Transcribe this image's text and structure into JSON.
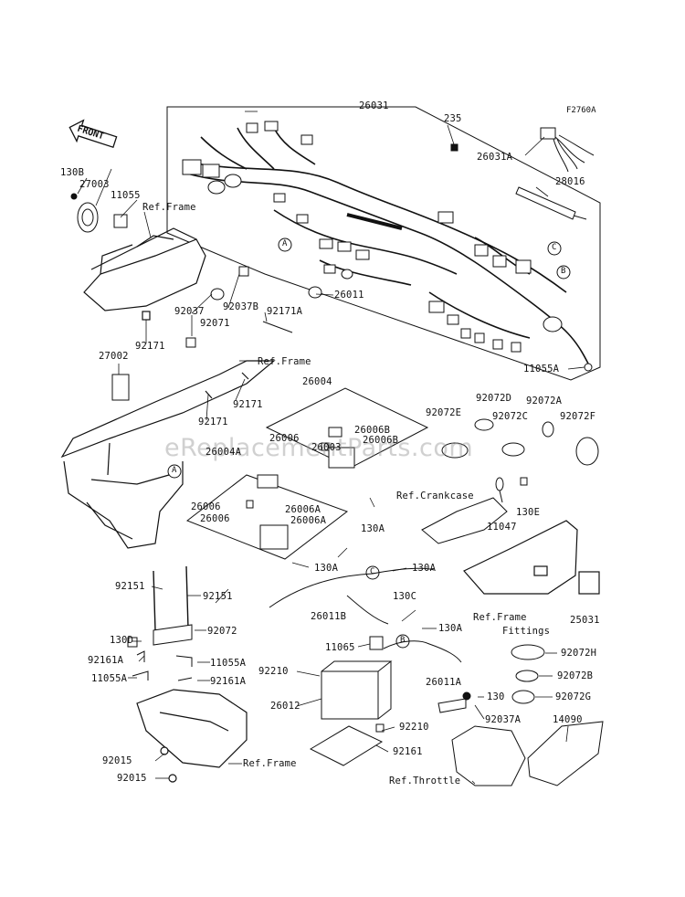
{
  "diagram": {
    "code": "F2760A",
    "front_label": "FRONT",
    "watermark": "eReplacementParts.com",
    "callouts": [
      "A",
      "B",
      "C"
    ],
    "labels": {
      "p26031": "26031",
      "p235": "235",
      "p26031A": "26031A",
      "p28016": "28016",
      "p130B": "130B",
      "p27003": "27003",
      "p11055": "11055",
      "ref_frame_1": "Ref.Frame",
      "p26011": "26011",
      "p92037": "92037",
      "p92071": "92071",
      "p92037B": "92037B",
      "p92171A": "92171A",
      "p92171_a": "92171",
      "p11055A_top": "11055A",
      "p27002": "27002",
      "ref_frame_2": "Ref.Frame",
      "p26004": "26004",
      "p92171_b": "92171",
      "p92171_c": "92171",
      "p92072D": "92072D",
      "p92072A": "92072A",
      "p92072E": "92072E",
      "p92072C": "92072C",
      "p92072F": "92072F",
      "p26006_a": "26006",
      "p26006B_a": "26006B",
      "p26003": "26003",
      "p26006B_b": "26006B",
      "p26004A": "26004A",
      "p26006_b": "26006",
      "p26006A_a": "26006A",
      "p26006_c": "26006",
      "p26006A_b": "26006A",
      "ref_crankcase": "Ref.Crankcase",
      "p130E": "130E",
      "p11047": "11047",
      "p130A_a": "130A",
      "p130A_b": "130A",
      "p130A_c": "130A",
      "p92151_a": "92151",
      "p92151_b": "92151",
      "p26011B": "26011B",
      "p130C": "130C",
      "p130A_d": "130A",
      "ref_frame_fittings_1": "Ref.Frame",
      "ref_frame_fittings_2": "Fittings",
      "p25031": "25031",
      "p130D": "130D",
      "p92072": "92072",
      "p92161A_a": "92161A",
      "p11055A_a": "11055A",
      "p11055A_b": "11055A",
      "p92161A_b": "92161A",
      "p11065": "11065",
      "p92210_a": "92210",
      "p26011A": "26011A",
      "p92072H": "92072H",
      "p92072B": "92072B",
      "p92072G": "92072G",
      "p26012": "26012",
      "p130": "130",
      "p92037A": "92037A",
      "p14090": "14090",
      "p92210_b": "92210",
      "p92161": "92161",
      "p92015_a": "92015",
      "p92015_b": "92015",
      "ref_frame_3": "Ref.Frame",
      "ref_throttle": "Ref.Throttle"
    }
  }
}
